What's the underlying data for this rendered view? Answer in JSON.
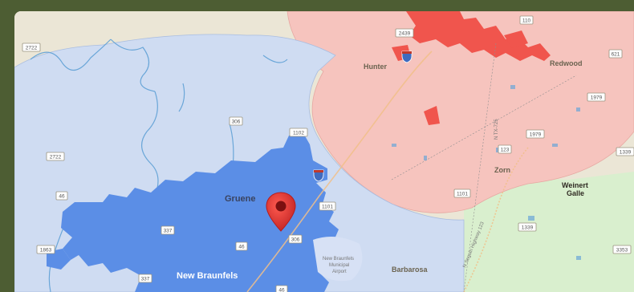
{
  "map": {
    "places": {
      "hunter": "Hunter",
      "redwood": "Redwood",
      "zorn": "Zorn",
      "weinert": "Weinert",
      "galle": "Galle",
      "gruene": "Gruene",
      "new_braunfels": "New Braunfels",
      "barbarosa": "Barbarosa",
      "airport_line1": "New Braunfels",
      "airport_line2": "Municipal",
      "airport_line3": "Airport"
    },
    "roads": {
      "r2722_top": "2722",
      "r2439": "2439",
      "r110": "110",
      "r621": "621",
      "r1979a": "1979",
      "r1979b": "1979",
      "r725": "N TX-725",
      "r123": "123",
      "r1339a": "1339",
      "r1339b": "1339",
      "r306": "306",
      "r1102": "1102",
      "r2722": "2722",
      "r46a": "46",
      "r1101a": "1101",
      "r1101b": "1101",
      "r337": "337",
      "r46b": "46",
      "r306b": "306",
      "r1863": "1863",
      "r337b": "337",
      "r46c": "46",
      "r3353": "3353",
      "seguin_hwy": "N Seguin Highway 123"
    },
    "colors": {
      "frame": "#4d5d33",
      "land": "#ebe6d6",
      "zone_blue": "#cfdcf2",
      "zone_red": "#f6c4be",
      "zone_green": "#d9efce",
      "city_blue": "#5b8ee6",
      "city_red": "#f0554d",
      "water": "#6aa6d8",
      "pin": "#e53935"
    },
    "icons": {
      "pin": "map-pin-icon",
      "interstate_a": "interstate-shield-icon",
      "interstate_b": "interstate-shield-icon"
    }
  }
}
